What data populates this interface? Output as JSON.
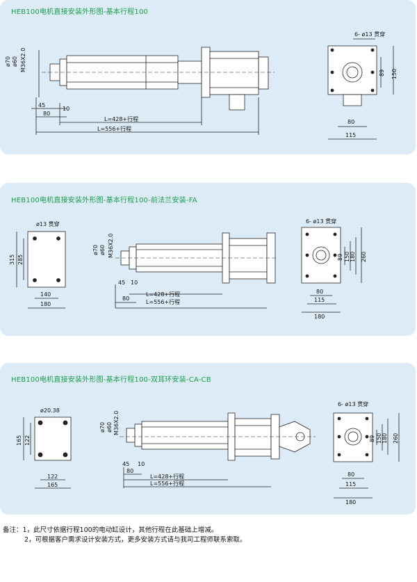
{
  "panels": [
    {
      "title": "HEB100电机直接安装外形图-基本行程100",
      "side_dims": {
        "d70": "ø70",
        "d60": "ø60",
        "thread": "M36X2.0",
        "a45": "45",
        "a10": "10",
        "a80": "80",
        "l1": "L=428+行程",
        "l2": "L=556+行程"
      },
      "end_view": {
        "holes": "6- ø13 贯穿",
        "h89": "89",
        "h150": "150",
        "w80": "80",
        "w115": "115"
      }
    },
    {
      "title": "HEB100电机直接安装外形图-基本行程100-前法兰安装-FA",
      "flange": {
        "holes": "ø13 贯穿",
        "h315": "315",
        "h285": "285",
        "w140": "140",
        "w180": "180"
      },
      "side_dims": {
        "d70": "ø70",
        "d60": "ø60",
        "thread": "M36X2.0",
        "a45": "45",
        "a10": "10",
        "a80": "80",
        "l1": "L=428+行程",
        "l2": "L=556+行程"
      },
      "end_view": {
        "holes": "6- ø13 贯穿",
        "h89": "89",
        "h150": "150",
        "h180": "180",
        "h260": "260",
        "w80": "80",
        "w115": "115",
        "w180": "180"
      }
    },
    {
      "title": "HEB100电机直接安装外形图-基本行程100-双耳环安装-CA-CB",
      "plate": {
        "hole": "ø20.38",
        "h165": "165",
        "h122": "122",
        "w122": "122",
        "w165": "165"
      },
      "side_dims": {
        "d70": "ø70",
        "d60": "ø60",
        "thread": "M36X2.0",
        "a45": "45",
        "a10": "10",
        "a80": "80",
        "l1": "L=428+行程",
        "l2": "L=556+行程"
      },
      "end_view": {
        "holes": "6- ø13 贯穿",
        "h89": "89",
        "h150": "150",
        "h180": "180",
        "h260": "260",
        "w80": "80",
        "w115": "115",
        "w180": "180"
      }
    }
  ],
  "notes": {
    "label": "备注：",
    "line1": "1，此尺寸依据行程100的电动缸设计，其他行程在此基础上增减。",
    "line2": "2，可根据客户需求设计安装方式，更多安装方式请与我司工程师联系索取。"
  }
}
